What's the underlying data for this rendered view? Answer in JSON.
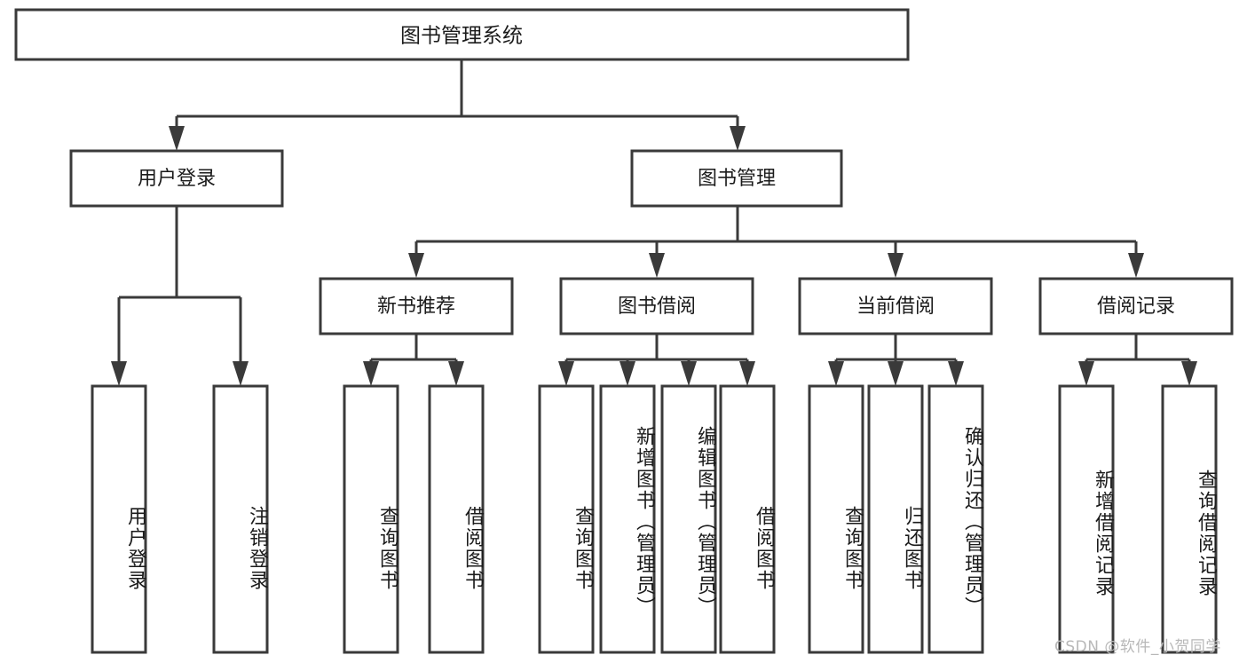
{
  "diagram": {
    "title": "图书管理系统",
    "watermark": "CSDN @软件_小贺同学",
    "colors": {
      "stroke": "#3a3a3a",
      "box_fill": "#ffffff",
      "text": "#1b1b1b",
      "watermark": "#b8b8b8",
      "background": "#ffffff"
    },
    "root": {
      "label": "图书管理系统"
    },
    "level2": [
      {
        "label": "用户登录"
      },
      {
        "label": "图书管理"
      }
    ],
    "level3": [
      {
        "label": "新书推荐"
      },
      {
        "label": "图书借阅"
      },
      {
        "label": "当前借阅"
      },
      {
        "label": "借阅记录"
      }
    ],
    "leaves": {
      "user_login": [
        {
          "label": "用户登录"
        },
        {
          "label": "注销登录"
        }
      ],
      "new_book": [
        {
          "label": "查询图书"
        },
        {
          "label": "借阅图书"
        }
      ],
      "book_borrow": [
        {
          "label": "查询图书"
        },
        {
          "label": "新增图书（管理员）"
        },
        {
          "label": "编辑图书（管理员）"
        },
        {
          "label": "借阅图书"
        }
      ],
      "current_borrow": [
        {
          "label": "查询图书"
        },
        {
          "label": "归还图书"
        },
        {
          "label": "确认归还（管理员）"
        }
      ],
      "borrow_record": [
        {
          "label": "新增借阅记录"
        },
        {
          "label": "查询借阅记录"
        }
      ]
    }
  },
  "chart_data": {
    "type": "table",
    "title": "图书管理系统",
    "hierarchy": [
      {
        "label": "图书管理系统",
        "children": [
          {
            "label": "用户登录",
            "children": [
              {
                "label": "用户登录"
              },
              {
                "label": "注销登录"
              }
            ]
          },
          {
            "label": "图书管理",
            "children": [
              {
                "label": "新书推荐",
                "children": [
                  {
                    "label": "查询图书"
                  },
                  {
                    "label": "借阅图书"
                  }
                ]
              },
              {
                "label": "图书借阅",
                "children": [
                  {
                    "label": "查询图书"
                  },
                  {
                    "label": "新增图书（管理员）"
                  },
                  {
                    "label": "编辑图书（管理员）"
                  },
                  {
                    "label": "借阅图书"
                  }
                ]
              },
              {
                "label": "当前借阅",
                "children": [
                  {
                    "label": "查询图书"
                  },
                  {
                    "label": "归还图书"
                  },
                  {
                    "label": "确认归还（管理员）"
                  }
                ]
              },
              {
                "label": "借阅记录",
                "children": [
                  {
                    "label": "新增借阅记录"
                  },
                  {
                    "label": "查询借阅记录"
                  }
                ]
              }
            ]
          }
        ]
      }
    ]
  }
}
